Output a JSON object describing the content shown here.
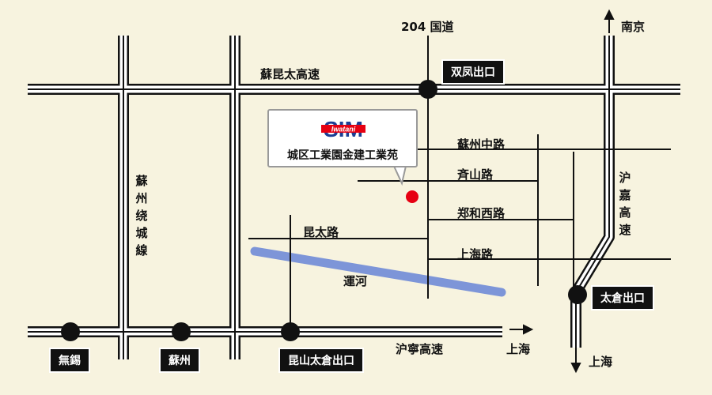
{
  "colors": {
    "background": "#f7f3df",
    "road": "#111111",
    "river": "#7d95d8",
    "marker": "#e60012",
    "logo_blue": "#1c3f94",
    "logo_red": "#e60012"
  },
  "expressways": {
    "north": "蘇昆太高速",
    "south": "沪寧高速",
    "east": "沪嘉高速",
    "west": "蘇州绕城線"
  },
  "national_road": "204 国道",
  "streets": {
    "s1": "蘇州中路",
    "s2": "斉山路",
    "s3": "郑和西路",
    "s4": "上海路",
    "s5": "昆太路"
  },
  "river": "運河",
  "exits": {
    "shuangfeng": "双凤出口",
    "taicang": "太倉出口",
    "kunshan_taicang": "昆山太倉出口",
    "wuxi": "無錫",
    "suzhou": "蘇州"
  },
  "directions": {
    "nanjing": "南京",
    "shanghai_east": "上海",
    "shanghai_south": "上海",
    "arrow_up": "↑",
    "arrow_right": "→",
    "arrow_down": "↓"
  },
  "destination": {
    "name": "城区工業園金建工業苑",
    "logo_main": "SIM",
    "logo_sub": "Iwatani"
  }
}
